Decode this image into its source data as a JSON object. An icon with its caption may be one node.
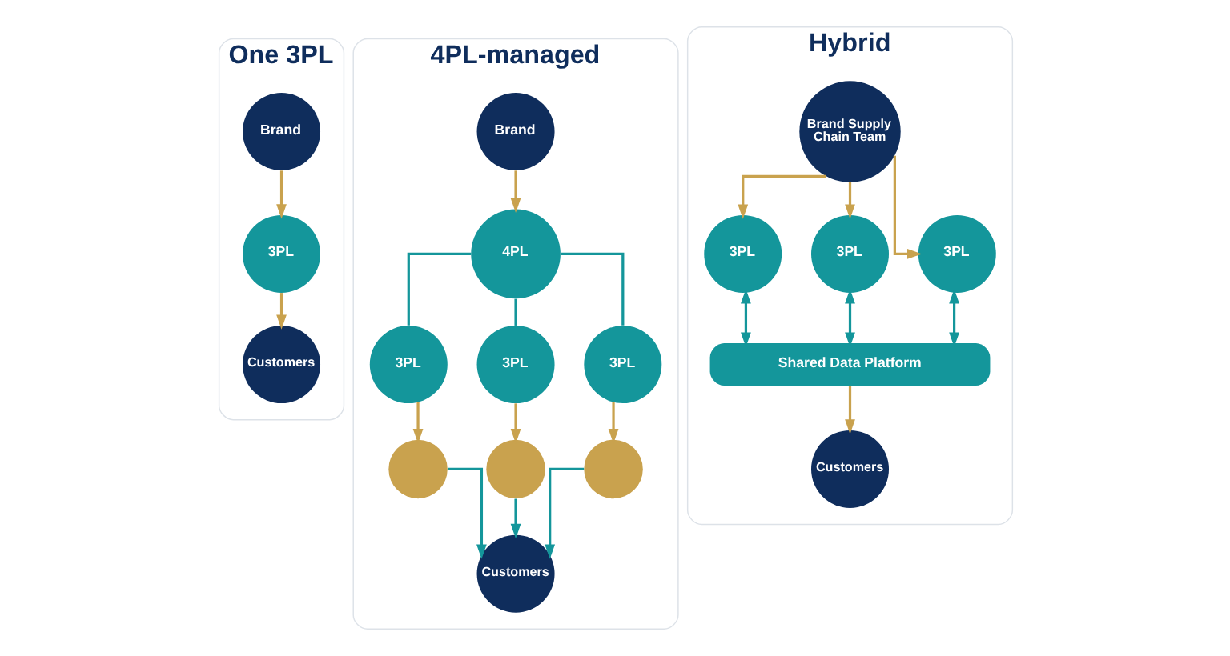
{
  "diagram": {
    "nodes": [
      {
        "text": [
          "One 3PL"
        ]
      },
      {
        "text": [
          "Brand"
        ],
        "in": 0
      },
      {
        "text": [
          "3PL"
        ],
        "in": 0
      },
      {
        "text": [
          "Customers"
        ],
        "in": 0
      },
      {
        "text": [
          "4PL-managed"
        ]
      },
      {
        "text": [
          "Brand"
        ],
        "in": 4
      },
      {
        "text": [
          "4PL"
        ],
        "in": 4
      },
      {
        "text": [
          "3PL"
        ],
        "in": 4
      },
      {
        "text": [
          "3PL"
        ],
        "in": 4
      },
      {
        "text": [
          "3PL"
        ],
        "in": 4
      },
      {
        "text": [],
        "shape": "circle",
        "in": 4
      },
      {
        "text": [],
        "shape": "circle",
        "in": 4
      },
      {
        "text": [],
        "shape": "circle",
        "in": 4
      },
      {
        "text": [
          "Customers"
        ],
        "in": 4
      },
      {
        "text": [
          "Hybrid"
        ]
      },
      {
        "text": [
          "Brand Supply Chain Team"
        ],
        "in": 14
      },
      {
        "text": [
          "3PL"
        ],
        "in": 14
      },
      {
        "text": [
          "3PL"
        ],
        "in": 14
      },
      {
        "text": [
          "3PL"
        ],
        "in": 14
      },
      {
        "text": [
          "Shared Data Platform"
        ],
        "in": 14
      },
      {
        "text": [
          "Customers"
        ],
        "in": 14
      }
    ],
    "edges": [
      {
        "from": 1,
        "to": 2,
        "arrow": "to"
      },
      {
        "from": 2,
        "to": 3,
        "arrow": "to"
      },
      {
        "from": 5,
        "to": 6,
        "arrow": "to"
      },
      {
        "from": 6,
        "to": 7,
        "arrow": "none",
        "color": "#14969b"
      },
      {
        "from": 6,
        "to": 8,
        "arrow": "none",
        "color": "#14969b"
      },
      {
        "from": 6,
        "to": 9,
        "arrow": "none",
        "color": "#14969b"
      },
      {
        "from": 7,
        "to": 10,
        "arrow": "to"
      },
      {
        "from": 8,
        "to": 11,
        "arrow": "to"
      },
      {
        "from": 9,
        "to": 12,
        "arrow": "to"
      },
      {
        "from": 10,
        "to": 13,
        "arrow": "to",
        "color": "#14969b"
      },
      {
        "from": 11,
        "to": 13,
        "arrow": "to",
        "color": "#14969b"
      },
      {
        "from": 12,
        "to": 13,
        "arrow": "to",
        "color": "#14969b"
      },
      {
        "from": 15,
        "to": 16,
        "arrow": "to"
      },
      {
        "from": 15,
        "to": 17,
        "arrow": "to"
      },
      {
        "from": 15,
        "to": 18,
        "arrow": "to"
      },
      {
        "from": 16,
        "to": 19,
        "arrow": "both",
        "color": "#14969b"
      },
      {
        "from": 17,
        "to": 19,
        "arrow": "both",
        "color": "#14969b"
      },
      {
        "from": 18,
        "to": 19,
        "arrow": "both",
        "color": "#14969b"
      },
      {
        "from": 19,
        "to": 20,
        "arrow": "to"
      }
    ]
  }
}
